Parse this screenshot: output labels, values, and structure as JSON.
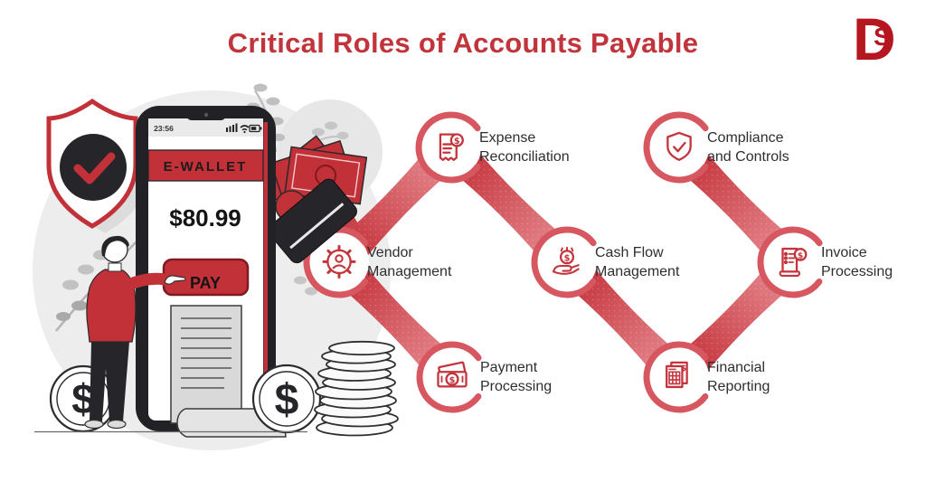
{
  "header": {
    "title": "Critical Roles of Accounts Payable",
    "logo": {
      "outer": "D",
      "inner": "S"
    }
  },
  "colors": {
    "accent_red": "#c23038",
    "ribbon_dark": "#c12a32",
    "ribbon_light": "#eb9fa4",
    "ring_red": "#d6575f",
    "icon_red": "#c4343c",
    "dark": "#26262a",
    "text_dark": "#2e2e2e",
    "logo_red": "#b5161f"
  },
  "illustration": {
    "phone": {
      "time": "23:56",
      "wallet_label": "E-WALLET",
      "amount": "$80.99",
      "pay_label": "PAY"
    },
    "coin_symbol": "$"
  },
  "diagram": {
    "nodes": [
      {
        "id": "expense-reconciliation",
        "icon": "receipt-dollar-icon",
        "line1": "Expense",
        "line2": "Reconciliation"
      },
      {
        "id": "vendor-management",
        "icon": "gear-person-icon",
        "line1": "Vendor",
        "line2": "Management"
      },
      {
        "id": "payment-processing",
        "icon": "banknote-dollar-icon",
        "line1": "Payment",
        "line2": "Processing"
      },
      {
        "id": "cash-flow-management",
        "icon": "hand-coin-icon",
        "line1": "Cash Flow",
        "line2": "Management"
      },
      {
        "id": "compliance-and-controls",
        "icon": "shield-check-icon",
        "line1": "Compliance",
        "line2": "and Controls"
      },
      {
        "id": "invoice-processing",
        "icon": "invoice-dollar-icon",
        "line1": "Invoice",
        "line2": "Processing"
      },
      {
        "id": "financial-reporting",
        "icon": "report-dollar-icon",
        "line1": "Financial",
        "line2": "Reporting"
      }
    ],
    "connections": [
      [
        "vendor-management",
        "expense-reconciliation"
      ],
      [
        "expense-reconciliation",
        "cash-flow-management"
      ],
      [
        "vendor-management",
        "payment-processing"
      ],
      [
        "cash-flow-management",
        "financial-reporting"
      ],
      [
        "financial-reporting",
        "invoice-processing"
      ],
      [
        "compliance-and-controls",
        "invoice-processing"
      ]
    ]
  }
}
